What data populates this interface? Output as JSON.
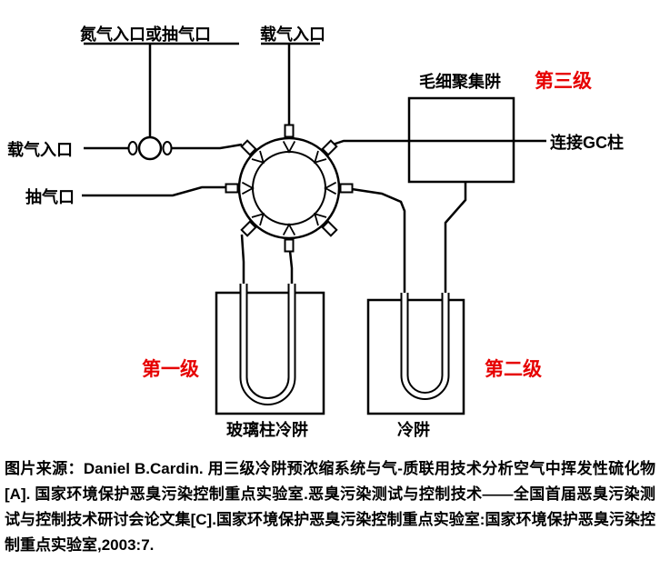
{
  "diagram": {
    "labels": {
      "nitrogen_inlet": "氮气入口或抽气口",
      "carrier_inlet_top": "载气入口",
      "carrier_inlet_left": "载气入口",
      "pump_port": "抽气口",
      "capillary_trap": "毛细聚集阱",
      "stage3": "第三级",
      "gc_column": "连接GC柱",
      "stage1": "第一级",
      "stage2": "第二级",
      "glass_column_trap": "玻璃柱冷阱",
      "cold_trap": "冷阱"
    },
    "colors": {
      "stage_accent": "#e60000",
      "line": "#000000",
      "background": "#ffffff"
    }
  },
  "caption": {
    "text": "图片来源：Daniel B.Cardin. 用三级冷阱预浓缩系统与气-质联用技术分析空气中挥发性硫化物[A]. 国家环境保护恶臭污染控制重点实验室.恶臭污染测试与控制技术——全国首届恶臭污染测试与控制技术研讨会论文集[C].国家环境保护恶臭污染控制重点实验室:国家环境保护恶臭污染控制重点实验室,2003:7."
  }
}
